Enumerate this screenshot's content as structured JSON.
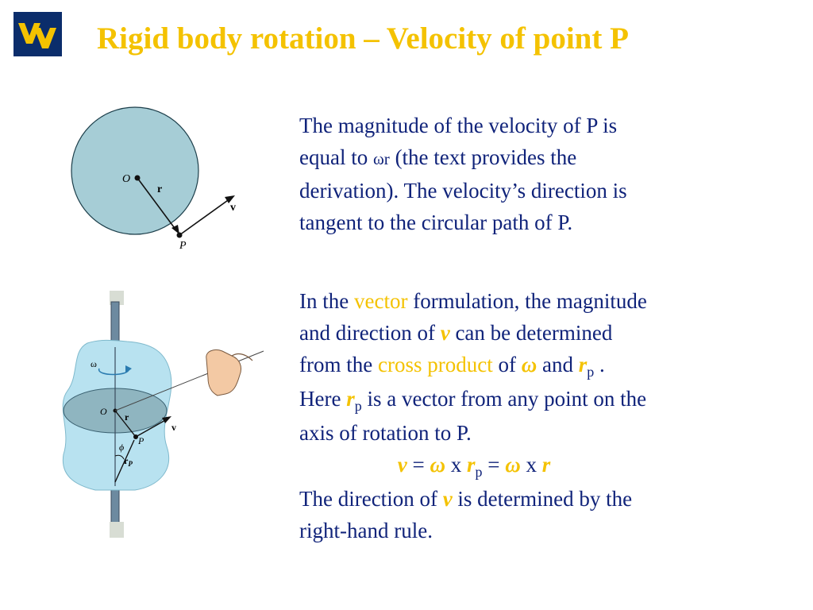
{
  "title": "Rigid body rotation – Velocity of point P",
  "para1": {
    "line1": "The magnitude of the velocity of P is",
    "line2_a": "equal to ",
    "omega_r": "ωr",
    "line2_b": " (the text provides the",
    "line3": "derivation).  The velocity’s direction is",
    "line4": "tangent to the circular path of P."
  },
  "para2": {
    "in_the": "In the ",
    "vector": "vector",
    "formulation": " formulation, the magnitude",
    "and_direction": "and direction of ",
    "v": "v",
    "can_be": " can be determined",
    "from_the": "from the ",
    "cross_product": "cross product",
    "of": " of ",
    "omega": "ω",
    "and": "  and ",
    "r": "r",
    "p": "p",
    "dot": " .",
    "here": "Here ",
    "is_vector": " is a vector from any point on the",
    "axis": "axis of rotation to P.",
    "eq_eq": " = ",
    "eq_x": "  x ",
    "direction_of": "The direction of ",
    "determined_by": " is determined by the",
    "rhr": "right-hand rule."
  },
  "fig1": {
    "O": "O",
    "r": "r",
    "v": "v",
    "P": "P"
  },
  "fig2": {
    "omega": "ω",
    "O": "O",
    "r": "r",
    "P": "P",
    "v": "v",
    "phi": "ϕ",
    "rP": "r",
    "rP_sub": "P"
  },
  "colors": {
    "title": "#f4c200",
    "text": "#10237a",
    "highlight": "#f4c200",
    "logo_bg": "#0b2d6b",
    "disk": "#a6cdd6",
    "body_fill": "#b8e2f0"
  }
}
